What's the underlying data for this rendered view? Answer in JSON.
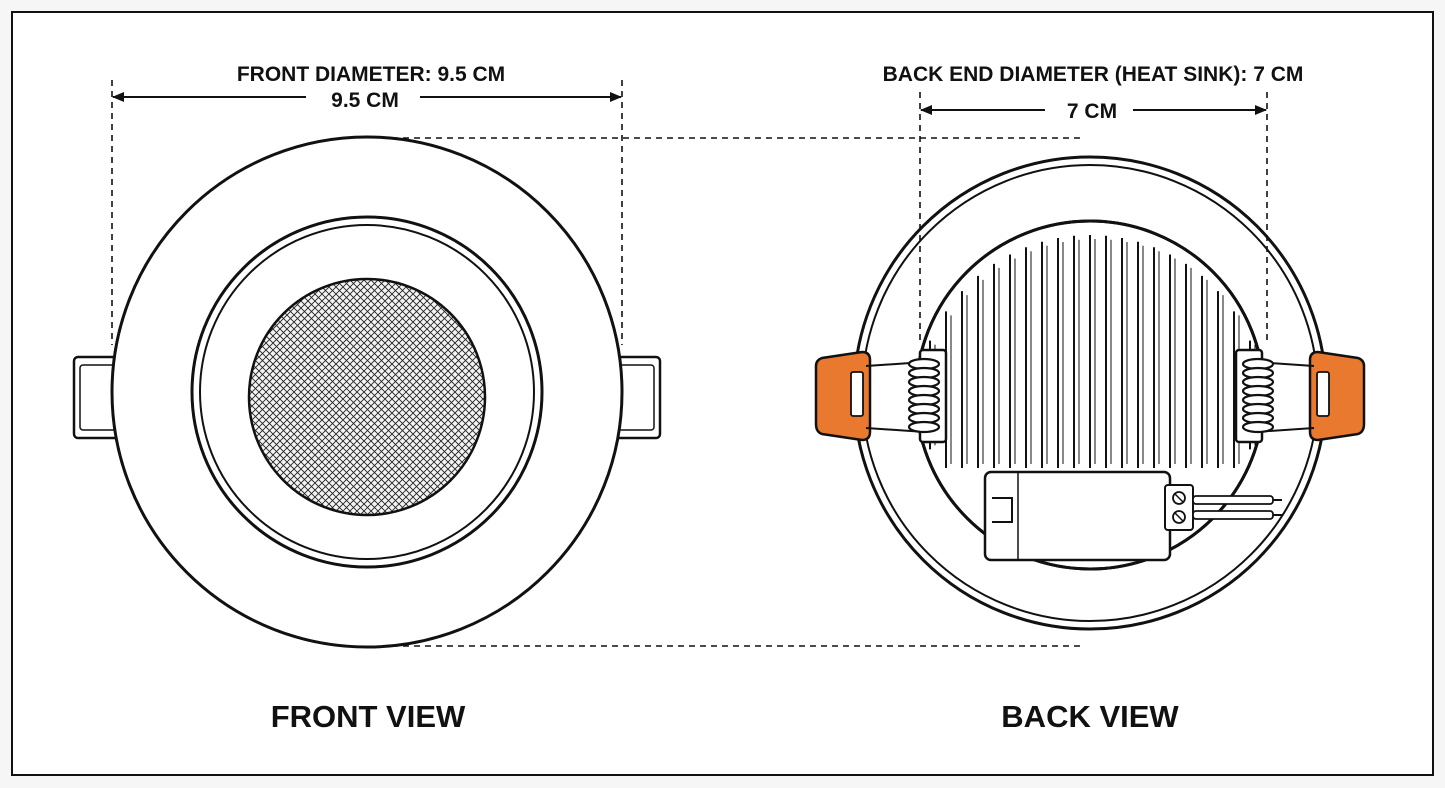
{
  "labels": {
    "front_diameter_title": "FRONT DIAMETER: 9.5 CM",
    "front_diameter_value": "9.5 CM",
    "back_diameter_title": "BACK END DIAMETER (HEAT SINK): 7 CM",
    "back_diameter_value": "7 CM",
    "front_view": "FRONT VIEW",
    "back_view": "BACK VIEW"
  },
  "colors": {
    "line": "#111111",
    "background": "#ffffff",
    "page": "#f6f6f6",
    "spring_clip": "#e8792e"
  }
}
